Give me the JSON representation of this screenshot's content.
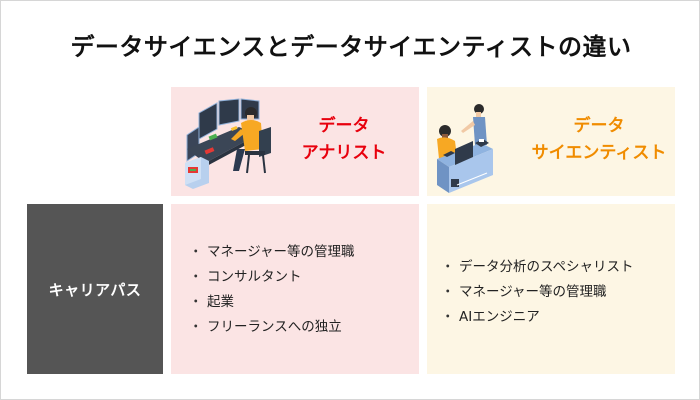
{
  "title": "データサイエンスとデータサイエンティストの違い",
  "colors": {
    "analyst_bg": "#fbe4e4",
    "analyst_accent": "#e8000d",
    "scientist_bg": "#fdf6e4",
    "scientist_accent": "#f08c00",
    "label_bg": "#555555",
    "border": "#d6d6d6"
  },
  "columns": [
    {
      "title_line1": "データ",
      "title_line2": "アナリスト",
      "illustration": "person-at-multi-monitor-desk-illustration"
    },
    {
      "title_line1": "データ",
      "title_line2": "サイエンティスト",
      "illustration": "two-people-at-computer-desk-illustration"
    }
  ],
  "rows": [
    {
      "label": "キャリアパス",
      "analyst_items": [
        "マネージャー等の管理職",
        "コンサルタント",
        "起業",
        "フリーランスへの独立"
      ],
      "scientist_items": [
        "データ分析のスペシャリスト",
        "マネージャー等の管理職",
        "AIエンジニア"
      ]
    }
  ],
  "bullet": "・"
}
